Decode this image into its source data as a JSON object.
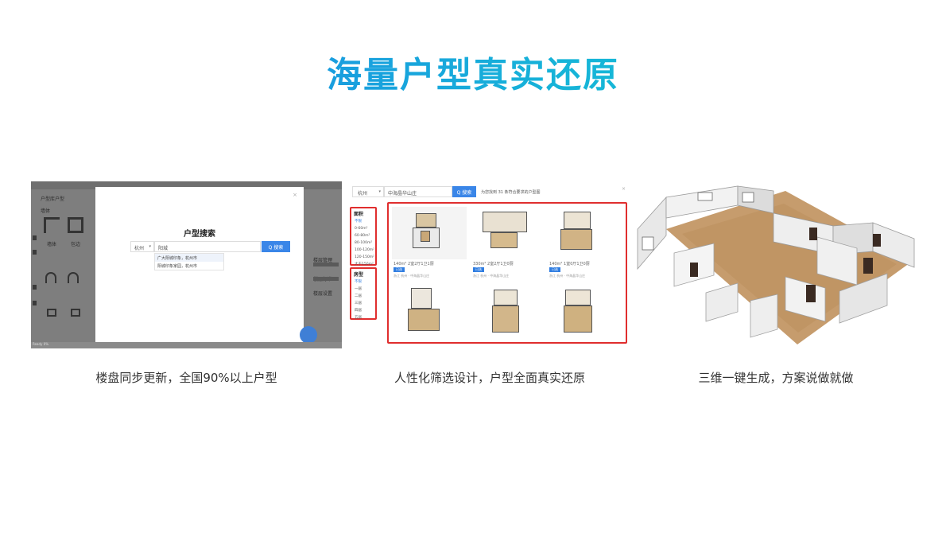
{
  "page": {
    "title": "海量户型真实还原"
  },
  "features": [
    {
      "caption": "楼盘同步更新，全国90%以上户型"
    },
    {
      "caption": "人性化筛选设计，户型全面真实还原"
    },
    {
      "caption": "三维一键生成，方案说做就做"
    }
  ],
  "panel1": {
    "left_header": "户型库户型",
    "left_section": "墙体",
    "left_labels": [
      "墙体",
      "包边"
    ],
    "right_labels": [
      "楼层管理",
      "楼层标准",
      "楼层设置"
    ],
    "modal": {
      "title": "户型搜索",
      "close_icon": "close-icon",
      "city": "杭州",
      "search_value": "阳城",
      "search_button": "Q 搜索",
      "suggestions": [
        "广大阳城印象，杭州市",
        "阳城印象家园，杭州市"
      ]
    },
    "status_text": "Ready 0%"
  },
  "panel2": {
    "city": "杭州",
    "search_value": "中海晶华山庄",
    "search_button": "Q 搜索",
    "hint": "为您找到 31 条符合要求的户型图",
    "close_icon": "close-icon",
    "filters": [
      {
        "title": "面积",
        "options": [
          "不限",
          "0-60m²",
          "60-80m²",
          "80-100m²",
          "100-120m²",
          "120-150m²",
          "大于150m²"
        ],
        "selected": "不限"
      },
      {
        "title": "房型",
        "options": [
          "不限",
          "一居",
          "二居",
          "三居",
          "四居",
          "五居"
        ],
        "selected": "不限"
      }
    ],
    "cards": [
      {
        "meta": "140m²  2室2厅1卫1厨",
        "tag": "已选",
        "loc": "浙江 杭州 · 中海晶华山庄"
      },
      {
        "meta": "330m²  2室2厅1卫0厨",
        "tag": "已选",
        "loc": "浙江 杭州 · 中海晶华山庄"
      },
      {
        "meta": "140m²  1室0厅1卫0厨",
        "tag": "已选",
        "loc": "浙江 杭州 · 中海晶华山庄"
      },
      {
        "meta": "",
        "tag": "",
        "loc": ""
      },
      {
        "meta": "",
        "tag": "",
        "loc": ""
      },
      {
        "meta": "",
        "tag": "",
        "loc": ""
      }
    ]
  },
  "colors": {
    "title_gradient_start": "#1e7fe8",
    "title_gradient_end": "#12c3d2",
    "accent_blue": "#3a86e8",
    "highlight_red": "#e02e2e"
  }
}
